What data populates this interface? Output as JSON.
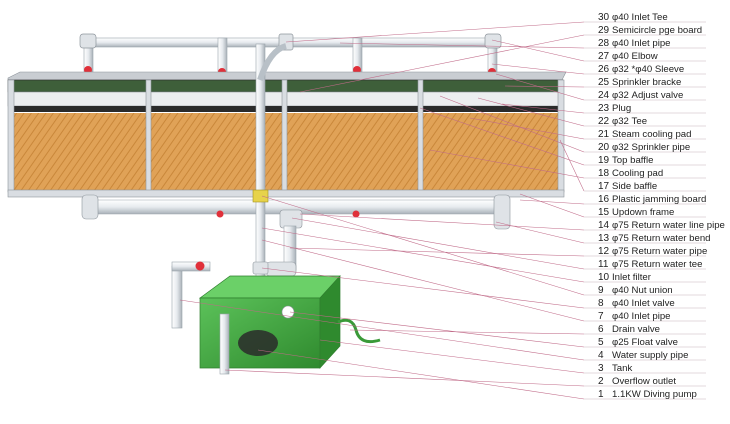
{
  "parts": [
    {
      "num": "30",
      "name": "φ40 Inlet Tee"
    },
    {
      "num": "29",
      "name": "Semicircle pge board"
    },
    {
      "num": "28",
      "name": "φ40 Inlet pipe"
    },
    {
      "num": "27",
      "name": "φ40 Elbow"
    },
    {
      "num": "26",
      "name": "φ32 *φ40 Sleeve"
    },
    {
      "num": "25",
      "name": "Sprinkler bracke"
    },
    {
      "num": "24",
      "name": "φ32  Adjust valve"
    },
    {
      "num": "23",
      "name": "Plug"
    },
    {
      "num": "22",
      "name": "φ32 Tee"
    },
    {
      "num": "21",
      "name": "Steam cooling pad"
    },
    {
      "num": "20",
      "name": "φ32 Sprinkler pipe"
    },
    {
      "num": "19",
      "name": "Top baffle"
    },
    {
      "num": "18",
      "name": "Cooling pad"
    },
    {
      "num": "17",
      "name": "Side baffle"
    },
    {
      "num": "16",
      "name": "Plastic jamming board"
    },
    {
      "num": "15",
      "name": "Updown frame"
    },
    {
      "num": "14",
      "name": "φ75 Return water line pipe"
    },
    {
      "num": "13",
      "name": "φ75 Return water bend"
    },
    {
      "num": "12",
      "name": "φ75 Return water pipe"
    },
    {
      "num": "11",
      "name": "φ75 Return water tee"
    },
    {
      "num": "10",
      "name": "Inlet filter"
    },
    {
      "num": "9",
      "name": "φ40 Nut union"
    },
    {
      "num": "8",
      "name": "φ40 Inlet valve"
    },
    {
      "num": "7",
      "name": "φ40 Inlet pipe"
    },
    {
      "num": "6",
      "name": "Drain valve"
    },
    {
      "num": "5",
      "name": "φ25 Float valve"
    },
    {
      "num": "4",
      "name": "Water supply pipe"
    },
    {
      "num": "3",
      "name": "Tank"
    },
    {
      "num": "2",
      "name": "Overflow outlet"
    },
    {
      "num": "1",
      "name": "1.1KW Diving pump"
    }
  ],
  "colors": {
    "pad": "#e0a257",
    "pad_stripe": "#c9873a",
    "frame": "#d9dde2",
    "frame_dark": "#8e959c",
    "baffle": "#2b2b2b",
    "pipe": "#eef1f4",
    "pipe_edge": "#9aa3ab",
    "valve": "#e0303a",
    "tank": "#45a843",
    "tank_dark": "#2f7f2e",
    "leader": "#c06a88",
    "text": "#222222"
  }
}
